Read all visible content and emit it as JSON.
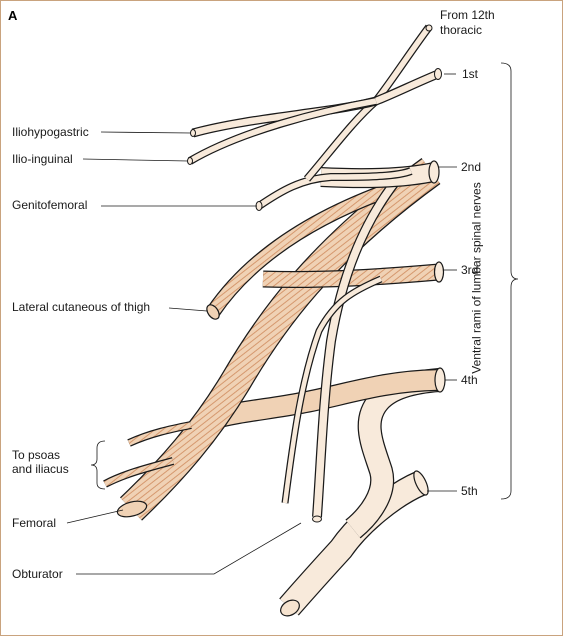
{
  "panel_letter": "A",
  "title": "Ventral rami of lumbar spinal nerves",
  "colors": {
    "nerve_fill": "#f8eadb",
    "muscle_fill": "#f0d2b5",
    "muscle_strand": "#cf8a5c",
    "outline": "#1a1a1a",
    "frame": "#c9a37e"
  },
  "roots": {
    "from12": [
      "From 12th",
      "thoracic"
    ],
    "first": "1st",
    "second": "2nd",
    "third": "3rd",
    "fourth": "4th",
    "fifth": "5th"
  },
  "branches": {
    "iliohypogastric": "Iliohypogastric",
    "ilioinguinal": "Ilio-inguinal",
    "genitofemoral": "Genitofemoral",
    "lateral_cutaneous": "Lateral cutaneous of thigh",
    "psoas": [
      "To psoas",
      "and iliacus"
    ],
    "femoral": "Femoral",
    "obturator": "Obturator"
  }
}
